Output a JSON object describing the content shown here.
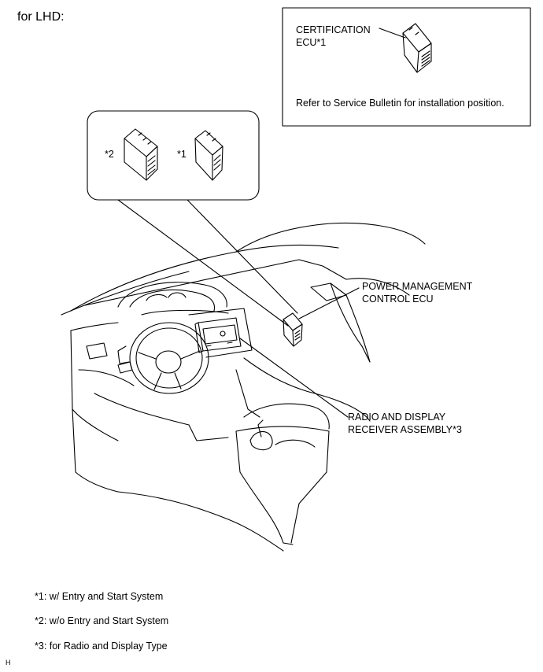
{
  "heading": "for LHD:",
  "certification_box": {
    "label_line1": "CERTIFICATION",
    "label_line2": "ECU*1",
    "note": "Refer to Service Bulletin for installation position."
  },
  "inset": {
    "marker_left": "*2",
    "marker_right": "*1"
  },
  "callouts": {
    "power_line1": "POWER MANAGEMENT",
    "power_line2": "CONTROL ECU",
    "radio_line1": "RADIO AND DISPLAY",
    "radio_line2": "RECEIVER ASSEMBLY*3"
  },
  "footnotes": [
    "*1: w/ Entry and Start System",
    "*2: w/o Entry and Start System",
    "*3: for Radio and Display Type"
  ],
  "corner_code": "H"
}
